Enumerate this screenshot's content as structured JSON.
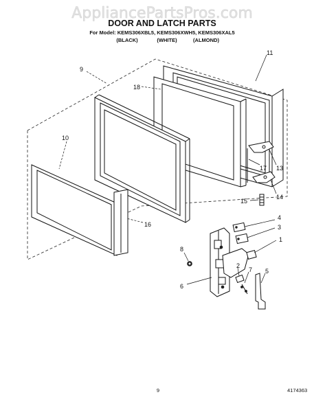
{
  "watermark": "AppliancePartsPros.com",
  "title": "DOOR AND LATCH PARTS",
  "model_line": "For Model: KEMS306XBL5, KEMS306XWH5, KEMS306XAL5",
  "variants": [
    "(BLACK)",
    "(WHITE)",
    "(ALMOND)"
  ],
  "callouts": {
    "c9": "9",
    "c18": "18",
    "c11": "11",
    "c10": "10",
    "c16": "16",
    "c17": "17",
    "c13": "13",
    "c14": "14",
    "c15": "15",
    "c4": "4",
    "c3": "3",
    "c1": "1",
    "c8": "8",
    "c2": "2",
    "c7": "7",
    "c5": "5",
    "c6": "6"
  },
  "footer": {
    "page": "9",
    "doc_number": "4174363"
  }
}
